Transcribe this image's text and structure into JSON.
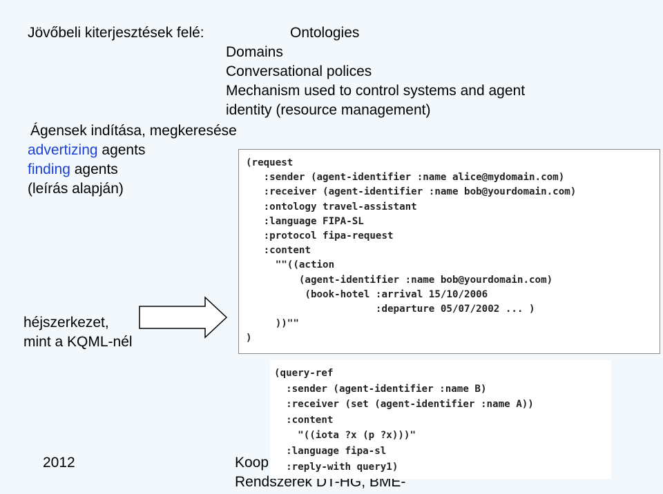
{
  "future": {
    "heading": "Jövőbeli kiterjesztések felé:",
    "items": [
      "Ontologies",
      "Domains",
      "Conversational polices",
      "Mechanism used to control systems and agent",
      "identity (resource management)"
    ]
  },
  "agents": {
    "heading": "Ágensek indítása, megkeresése",
    "advertizing_blue": "advertizing",
    "advertizing_rest": " agents",
    "finding_blue": "finding",
    "finding_rest": " agents",
    "description": "(leírás alapján)"
  },
  "shell": {
    "line1": "héjszerkezet,",
    "line2": "mint a KQML-nél"
  },
  "code_request": [
    "(request",
    "   :sender (agent-identifier :name alice@mydomain.com)",
    "   :receiver (agent-identifier :name bob@yourdomain.com)",
    "   :ontology travel-assistant",
    "   :language FIPA-SL",
    "   :protocol fipa-request",
    "   :content",
    "     \"\"((action",
    "         (agent-identifier :name bob@yourdomain.com)",
    "          (book-hotel :arrival 15/10/2006",
    "                      :departure 05/07/2002 ... )",
    "     ))\"\"",
    ")"
  ],
  "code_query": [
    "(query-ref",
    "  :sender (agent-identifier :name B)",
    "  :receiver (set (agent-identifier :name A))",
    "  :content",
    "    \"((iota ?x (p ?x)))\"",
    "  :language fipa-sl",
    "  :reply-with query1)"
  ],
  "footer": {
    "year": "2012",
    "course_line1": "Koop",
    "course_line2": "Rendszerek DT-HG, BME-"
  },
  "colors": {
    "background": "#f2f8fc",
    "accent_blue": "#1a3fd6",
    "arrow_fill": "#ffffff"
  }
}
